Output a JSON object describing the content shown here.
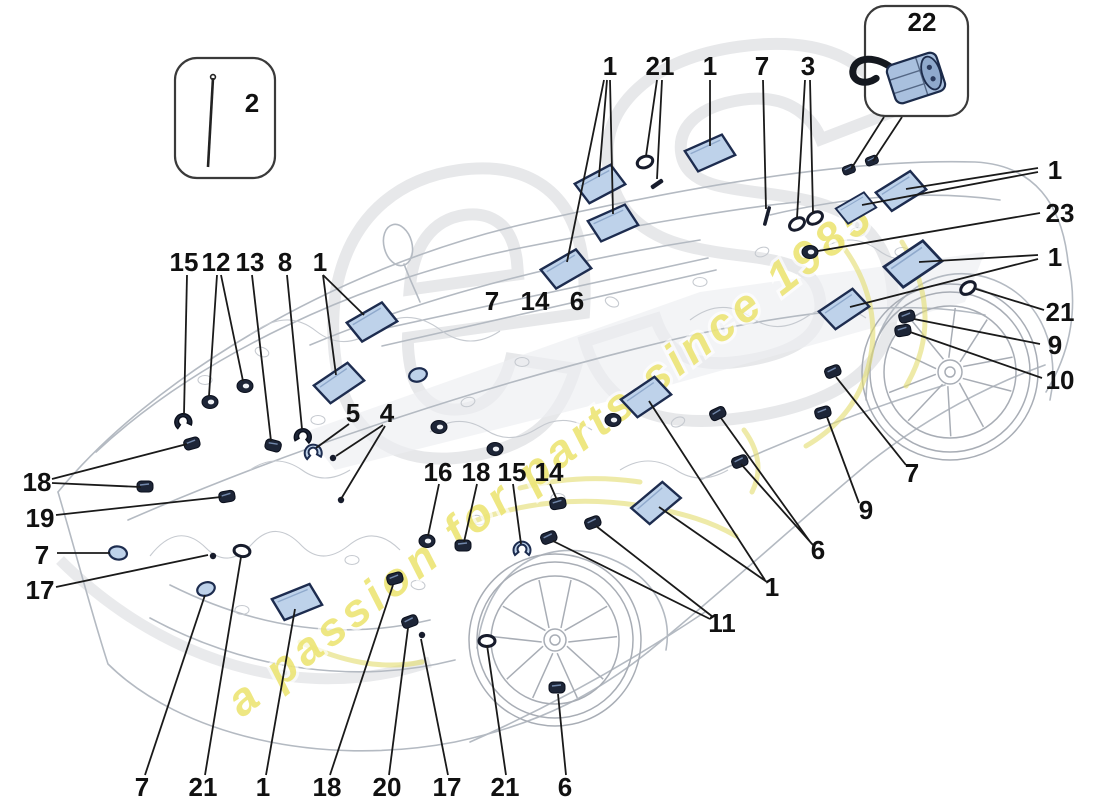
{
  "watermark": {
    "text": "a passion for parts since 1985",
    "logo": "eS"
  },
  "colors": {
    "pad_fill": "#bed2ea",
    "pad_stroke": "#1d2c4f",
    "clip_dark": "#1d2537",
    "leader_line": "#1a1a1a",
    "car_sketch": "#b4bac2",
    "watermark_yellow": "#e9e05f",
    "watermark_gray": "#e7e8ea"
  },
  "callouts": [
    {
      "label": "2"
    },
    {
      "label": "22"
    },
    {
      "label": "15"
    },
    {
      "label": "12"
    },
    {
      "label": "13"
    },
    {
      "label": "8"
    },
    {
      "label": "1"
    },
    {
      "label": "1"
    },
    {
      "label": "21"
    },
    {
      "label": "1"
    },
    {
      "label": "7"
    },
    {
      "label": "3"
    },
    {
      "label": "7"
    },
    {
      "label": "14"
    },
    {
      "label": "6"
    },
    {
      "label": "1"
    },
    {
      "label": "23"
    },
    {
      "label": "1"
    },
    {
      "label": "21"
    },
    {
      "label": "9"
    },
    {
      "label": "10"
    },
    {
      "label": "18"
    },
    {
      "label": "19"
    },
    {
      "label": "7"
    },
    {
      "label": "17"
    },
    {
      "label": "5"
    },
    {
      "label": "4"
    },
    {
      "label": "16"
    },
    {
      "label": "18"
    },
    {
      "label": "15"
    },
    {
      "label": "14"
    },
    {
      "label": "7"
    },
    {
      "label": "9"
    },
    {
      "label": "6"
    },
    {
      "label": "1"
    },
    {
      "label": "11"
    },
    {
      "label": "7"
    },
    {
      "label": "21"
    },
    {
      "label": "1"
    },
    {
      "label": "18"
    },
    {
      "label": "20"
    },
    {
      "label": "17"
    },
    {
      "label": "21"
    },
    {
      "label": "6"
    }
  ]
}
